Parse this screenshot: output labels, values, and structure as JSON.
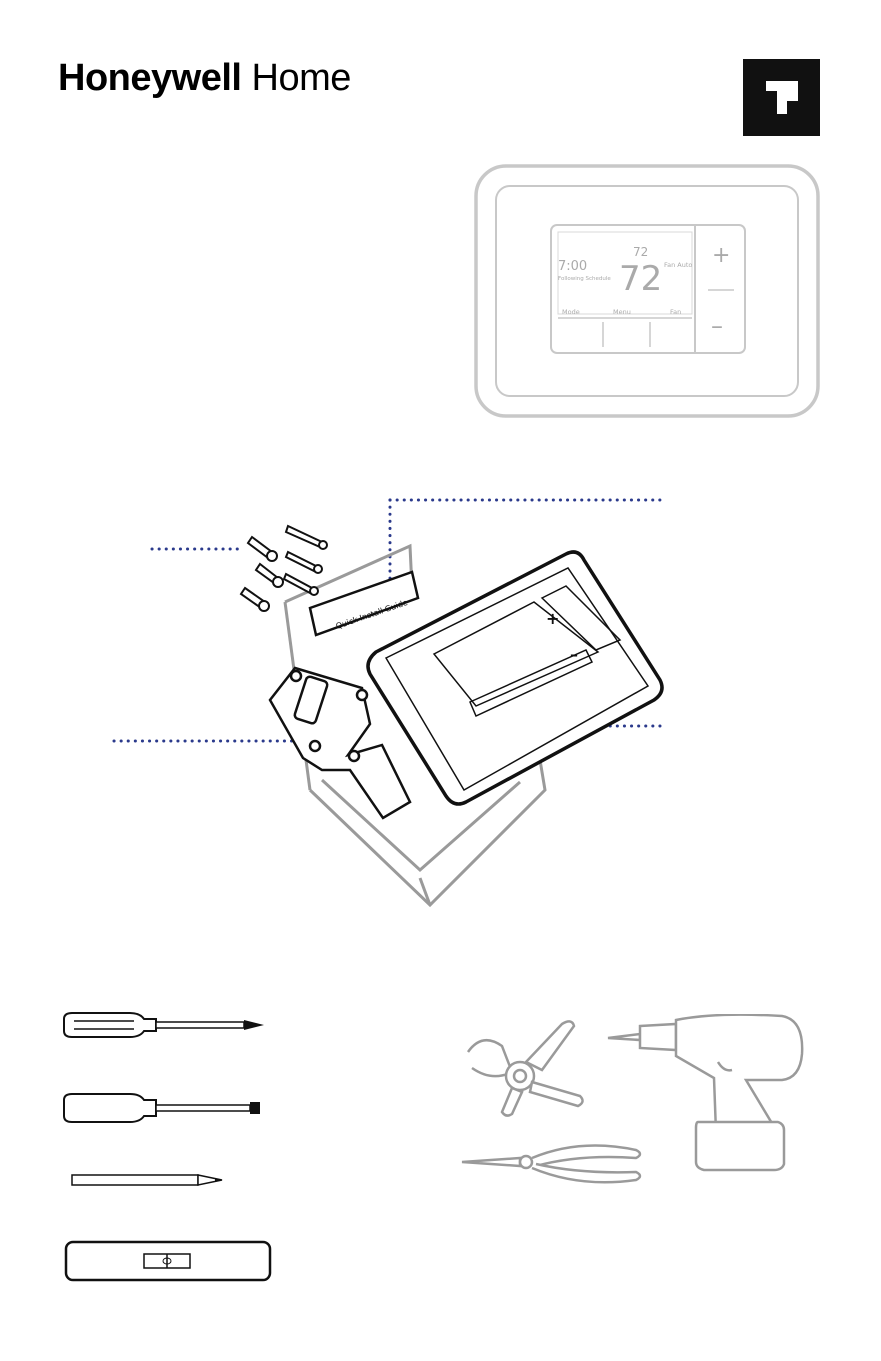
{
  "brand": {
    "name_bold": "Honeywell",
    "name_light": "Home"
  },
  "thermostat_display": {
    "time": "7:00",
    "status": "Following Schedule",
    "setpoint": "72",
    "room_temp": "72",
    "fan": "Fan Auto",
    "softkeys": [
      "Mode",
      "Menu",
      "Fan"
    ],
    "plus": "+",
    "minus": "–"
  },
  "package_contents": {
    "guide_label": "Quick Install Guide"
  },
  "colors": {
    "leader_dots": "#2b3a8c",
    "line_art": "#111111",
    "faded_art": "#9a9a9a",
    "frame": "#c8c8c8"
  },
  "icons": {
    "logo": "honeywell-home-mark-icon",
    "screws": "screws-and-anchors-icon",
    "tools": [
      "phillips-screwdriver-icon",
      "flat-screwdriver-icon",
      "pencil-icon",
      "level-icon",
      "wire-stripper-icon",
      "needle-nose-pliers-icon",
      "drill-icon"
    ]
  }
}
